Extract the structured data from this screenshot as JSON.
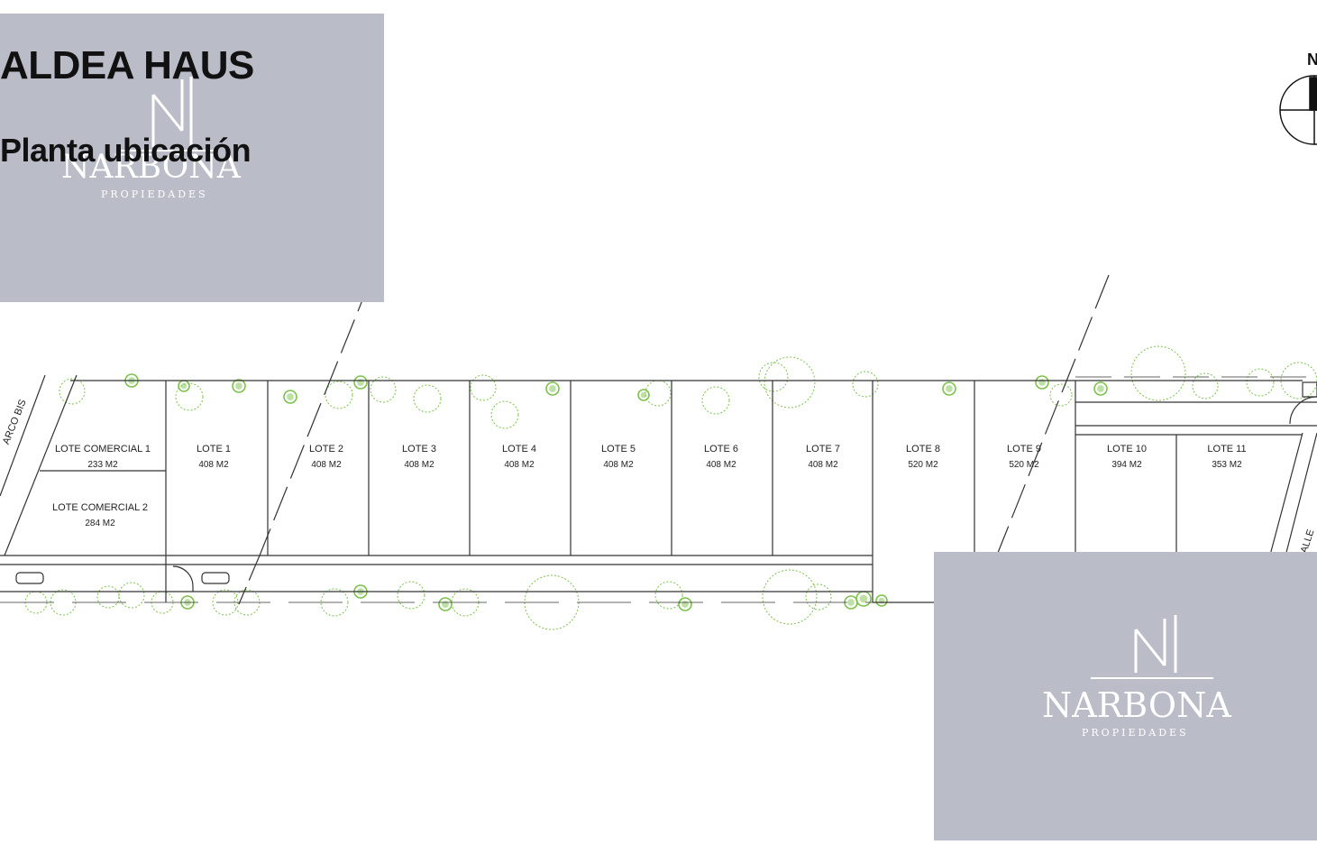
{
  "header": {
    "title": "ALDEA HAUS",
    "subtitle": "Planta ubicación"
  },
  "brand": {
    "name": "NARBONA",
    "tagline": "PROPIEDADES",
    "panel_color": "#babcc8"
  },
  "compass": {
    "label": "N"
  },
  "lots": [
    {
      "name": "LOTE  COMERCIAL 1",
      "area": "233 M2"
    },
    {
      "name": "LOTE  COMERCIAL 2",
      "area": "284 M2"
    },
    {
      "name": "LOTE 1",
      "area": "408 M2"
    },
    {
      "name": "LOTE 2",
      "area": "408 M2"
    },
    {
      "name": "LOTE 3",
      "area": "408 M2"
    },
    {
      "name": "LOTE 4",
      "area": "408 M2"
    },
    {
      "name": "LOTE 5",
      "area": "408 M2"
    },
    {
      "name": "LOTE 6",
      "area": "408 M2"
    },
    {
      "name": "LOTE 7",
      "area": "408 M2"
    },
    {
      "name": "LOTE 8",
      "area": "520 M2"
    },
    {
      "name": "LOTE 9",
      "area": "520 M2"
    },
    {
      "name": "LOTE 10",
      "area": "394 M2"
    },
    {
      "name": "LOTE 11",
      "area": "353 M2"
    }
  ],
  "streets": {
    "west": "ARCO BIS",
    "east": "CALLE"
  },
  "colors": {
    "tree": "#7cc24a",
    "line": "#333333"
  }
}
